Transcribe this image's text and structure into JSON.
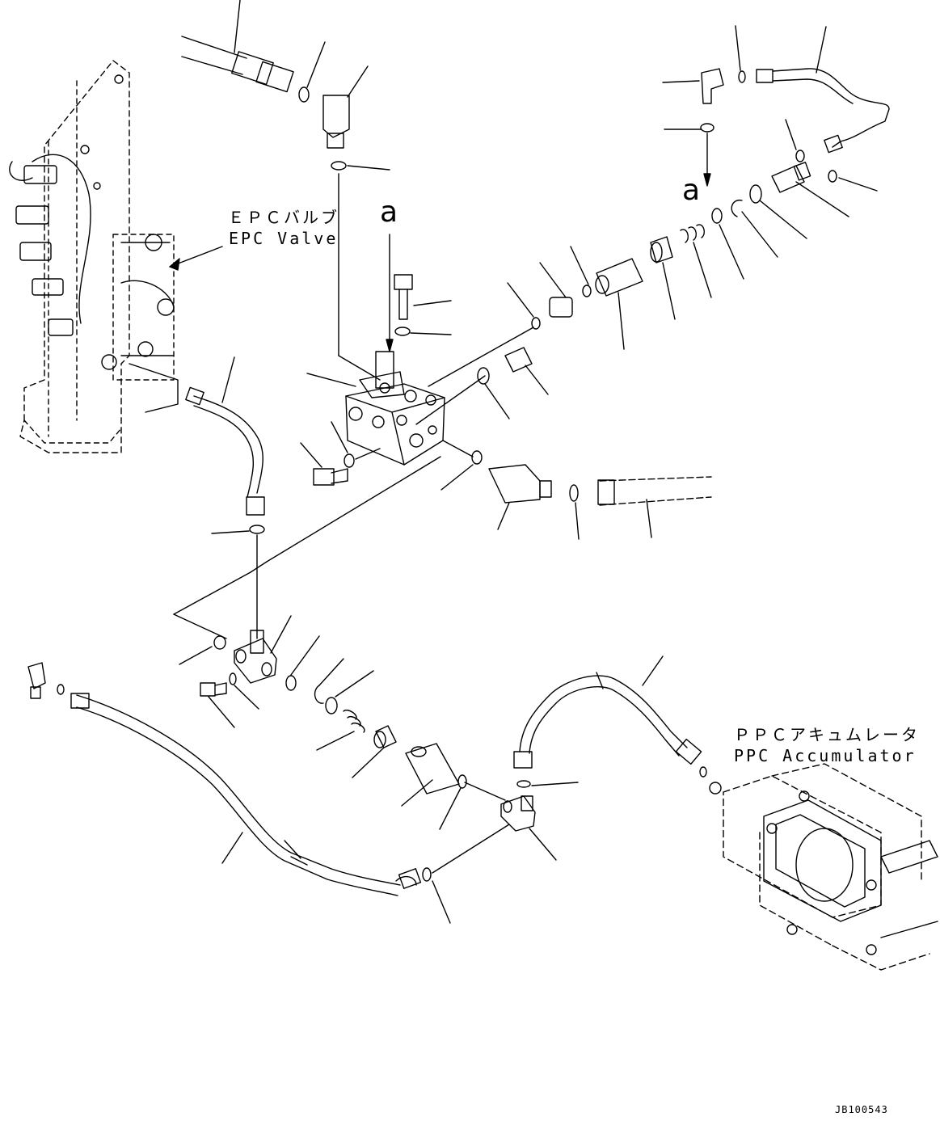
{
  "labels": {
    "epc_jp": "ＥＰＣバルブ",
    "epc_en": "EPC Valve",
    "ppc_jp": "ＰＰＣアキュムレータ",
    "ppc_en": "PPC Accumulator",
    "view_letter": "a",
    "drawing_code": "JB100543"
  },
  "colors": {
    "line": "#000000",
    "background": "#ffffff"
  }
}
